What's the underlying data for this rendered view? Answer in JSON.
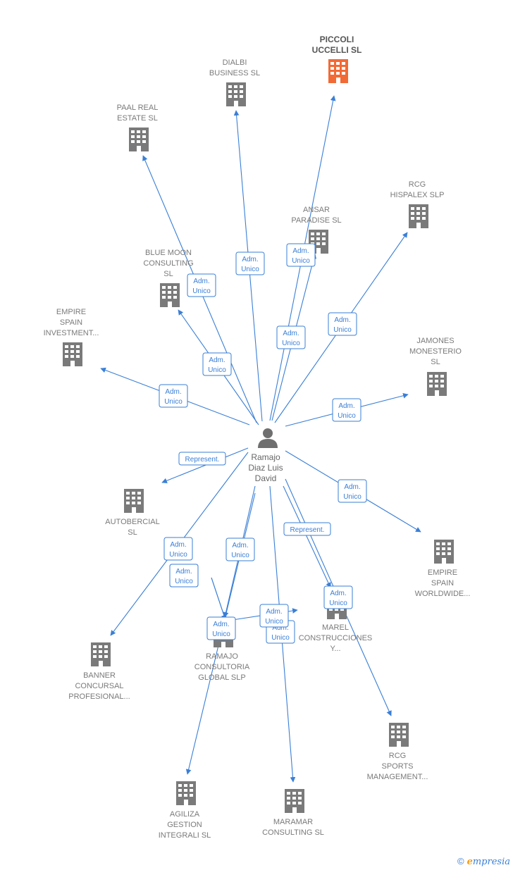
{
  "diagram": {
    "center": {
      "id": "person",
      "label": [
        "Ramajo",
        "Diaz Luis",
        "David"
      ]
    },
    "nodes": [
      {
        "id": "piccoli",
        "label": [
          "PICCOLI",
          "UCCELLI SL"
        ],
        "highlight": true,
        "color": "#f26a35"
      },
      {
        "id": "dialbi",
        "label": [
          "DIALBI",
          "BUSINESS SL"
        ]
      },
      {
        "id": "paal",
        "label": [
          "PAAL REAL",
          "ESTATE SL"
        ]
      },
      {
        "id": "rcg_hispalex",
        "label": [
          "RCG",
          "HISPALEX SLP"
        ]
      },
      {
        "id": "ansar",
        "label": [
          "ANSAR",
          "PARADISE SL"
        ]
      },
      {
        "id": "blue_moon",
        "label": [
          "BLUE MOON",
          "CONSULTING",
          "SL"
        ]
      },
      {
        "id": "empire_inv",
        "label": [
          "EMPIRE",
          "SPAIN",
          "INVESTMENT..."
        ]
      },
      {
        "id": "jamones",
        "label": [
          "JAMONES",
          "MONESTERIO",
          "SL"
        ]
      },
      {
        "id": "autobercial",
        "label": [
          "AUTOBERCIAL",
          "SL"
        ]
      },
      {
        "id": "empire_ww",
        "label": [
          "EMPIRE",
          "SPAIN",
          "WORLDWIDE..."
        ]
      },
      {
        "id": "banner",
        "label": [
          "BANNER",
          "CONCURSAL",
          "PROFESIONAL..."
        ]
      },
      {
        "id": "ramajo_cons",
        "label": [
          "RAMAJO",
          "CONSULTORIA",
          "GLOBAL SLP"
        ]
      },
      {
        "id": "marel",
        "label": [
          "MAREL",
          "CONSTRUCCIONES",
          "Y..."
        ]
      },
      {
        "id": "rcg_sports",
        "label": [
          "RCG",
          "SPORTS",
          "MANAGEMENT..."
        ]
      },
      {
        "id": "agiliza",
        "label": [
          "AGILIZA",
          "GESTION",
          "INTEGRALI SL"
        ]
      },
      {
        "id": "maramar",
        "label": [
          "MARAMAR",
          "CONSULTING SL"
        ]
      }
    ],
    "edges": [
      {
        "to": "piccoli",
        "label": [
          "Adm.",
          "Unico"
        ]
      },
      {
        "to": "dialbi",
        "label": [
          "Adm.",
          "Unico"
        ]
      },
      {
        "to": "paal",
        "label": [
          "Adm.",
          "Unico"
        ]
      },
      {
        "to": "rcg_hispalex",
        "label": [
          "Adm.",
          "Unico"
        ]
      },
      {
        "to": "ansar",
        "label": [
          "Adm.",
          "Unico"
        ]
      },
      {
        "to": "blue_moon",
        "label": [
          "Adm.",
          "Unico"
        ]
      },
      {
        "to": "empire_inv",
        "label": [
          "Adm.",
          "Unico"
        ]
      },
      {
        "to": "jamones",
        "label": [
          "Adm.",
          "Unico"
        ]
      },
      {
        "to": "autobercial",
        "label": [
          "Represent."
        ]
      },
      {
        "to": "empire_ww",
        "label": [
          "Adm.",
          "Unico"
        ]
      },
      {
        "to": "banner",
        "label": [
          "Adm.",
          "Unico"
        ]
      },
      {
        "to": "ramajo_cons",
        "label": [
          "Adm.",
          "Unico"
        ]
      },
      {
        "to": "marel",
        "label": [
          "Represent."
        ]
      },
      {
        "to": "marel",
        "label": [
          "Adm.",
          "Unico"
        ]
      },
      {
        "to": "rcg_sports",
        "label": [
          "Adm.",
          "Unico"
        ]
      },
      {
        "to": "agiliza",
        "label": [
          "Adm.",
          "Unico"
        ]
      },
      {
        "to": "maramar",
        "label": [
          "Adm.",
          "Unico"
        ]
      }
    ],
    "edge_color": "#3a7fd6",
    "node_color": "#7a7a7a"
  },
  "footer": {
    "copyright_symbol": "©",
    "brand_initial": "e",
    "brand_rest": "mpresia"
  }
}
